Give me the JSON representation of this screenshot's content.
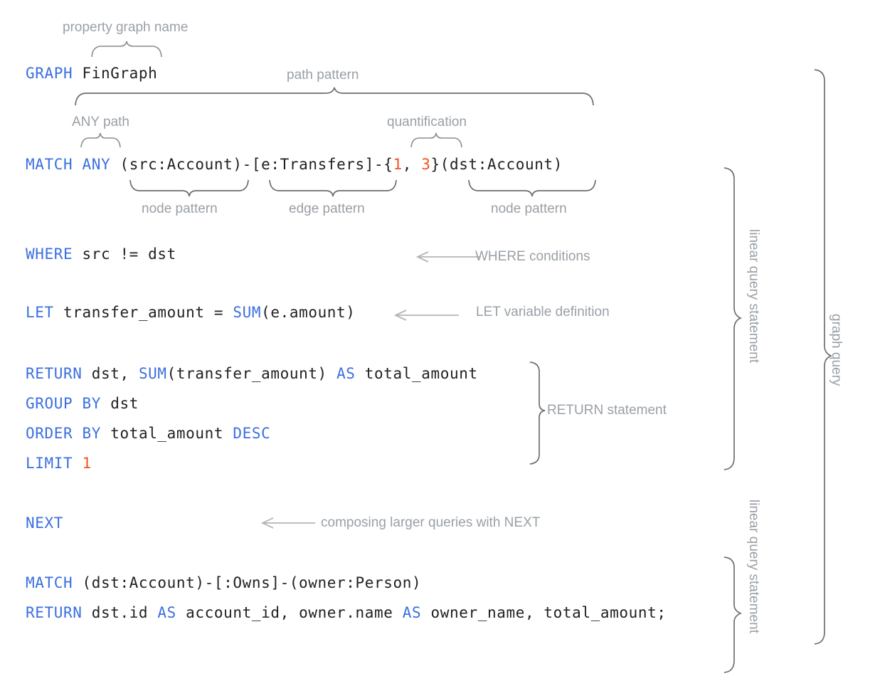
{
  "diagram": {
    "title": "GQL graph query structure annotated",
    "colors": {
      "keyword": "#3b6fe0",
      "number": "#f4511e",
      "plain": "#202124",
      "annotation": "#9aa0a6",
      "brace": "#6e6e6e",
      "arrow": "#b5b5b5",
      "background": "#ffffff"
    }
  },
  "code": {
    "graph_line": {
      "keyword": "GRAPH",
      "name": "FinGraph"
    },
    "match_line": {
      "keyword": "MATCH",
      "any": "ANY",
      "src_node": "(src:Account)",
      "dash1": "-",
      "edge": "[e:Transfers]",
      "dash2": "-",
      "quant_open": "{",
      "quant_lower": "1",
      "quant_sep": ", ",
      "quant_upper": "3",
      "quant_close": "}",
      "dst_node": "(dst:Account)"
    },
    "where_line": {
      "keyword": "WHERE",
      "expr": "src != dst"
    },
    "let_line": {
      "keyword": "LET",
      "var": "transfer_amount = ",
      "fn": "SUM",
      "args": "(e.amount)"
    },
    "return_line": {
      "keyword": "RETURN",
      "part1": "dst, ",
      "fn": "SUM",
      "args": "(transfer_amount) ",
      "as": "AS",
      "alias": " total_amount"
    },
    "group_line": {
      "keyword": "GROUP BY",
      "expr": "dst"
    },
    "order_line": {
      "keyword": "ORDER",
      "by": "BY",
      "expr": "total_amount",
      "dir": "DESC"
    },
    "limit_line": {
      "keyword": "LIMIT",
      "value": "1"
    },
    "next_line": {
      "keyword": "NEXT"
    },
    "match2_line": {
      "keyword": "MATCH",
      "expr": "(dst:Account)-[:Owns]-(owner:Person)"
    },
    "return2_line": {
      "keyword": "RETURN",
      "part1": "dst.id ",
      "as1": "AS",
      "part2": " account_id, owner.name ",
      "as2": "AS",
      "part3": " owner_name, total_amount;"
    }
  },
  "annotations": {
    "property_graph_name": "property graph name",
    "path_pattern": "path pattern",
    "any_path": "ANY path",
    "quantification": "quantification",
    "node_pattern_1": "node pattern",
    "edge_pattern": "edge pattern",
    "node_pattern_2": "node pattern",
    "where_conditions": "WHERE conditions",
    "let_variable_definition": "LET variable definition",
    "return_statement": "RETURN statement",
    "composing_with_next": "composing larger queries with NEXT",
    "linear_query_statement_1": "linear query statement",
    "linear_query_statement_2": "linear query statement",
    "graph_query": "graph query"
  }
}
